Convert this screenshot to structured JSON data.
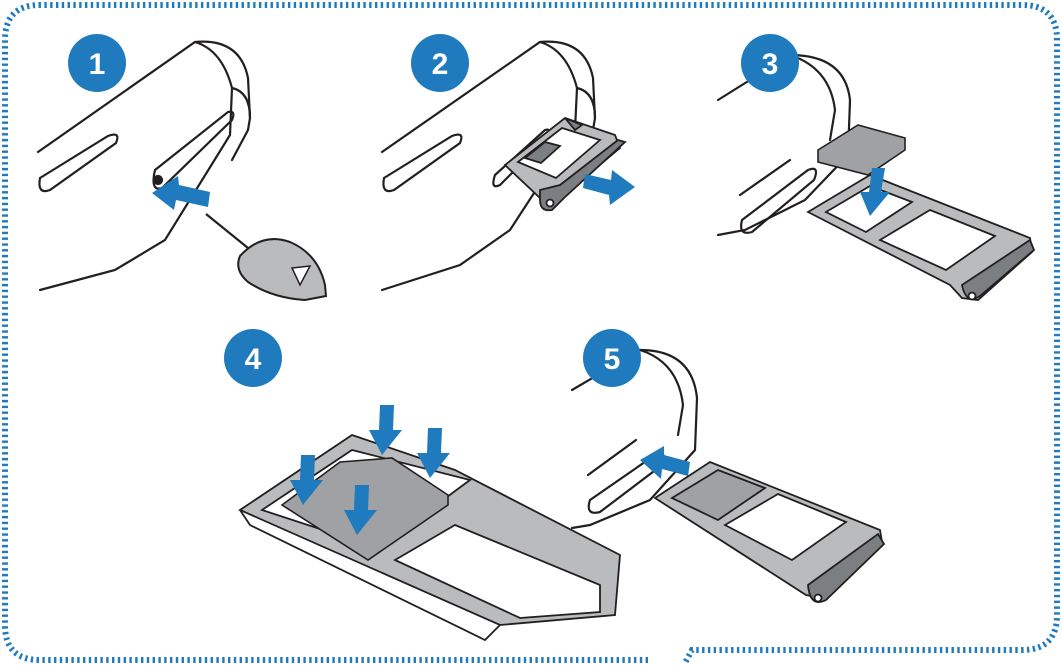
{
  "diagram": {
    "frame_color": "#1f7bbd",
    "badge_color": "#1f7bbd",
    "arrow_color": "#1f7bbd",
    "line_color": "#231f20",
    "metal_color": "#b9bbbd",
    "metal_dark_color": "#7c7f82",
    "card_color": "#9fa1a4",
    "steps": [
      {
        "number": "1",
        "icon": "ejection-pin-insert-icon"
      },
      {
        "number": "2",
        "icon": "tray-pull-out-icon"
      },
      {
        "number": "3",
        "icon": "card-place-icon"
      },
      {
        "number": "4",
        "icon": "card-press-icon"
      },
      {
        "number": "5",
        "icon": "tray-insert-icon"
      }
    ]
  }
}
